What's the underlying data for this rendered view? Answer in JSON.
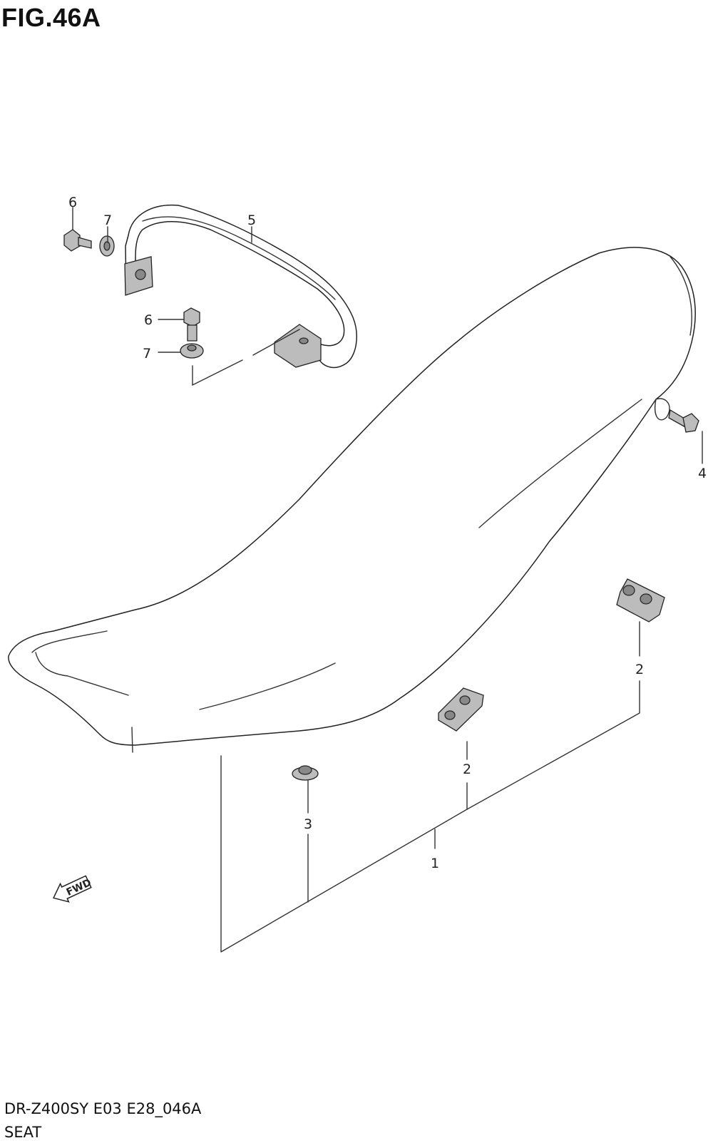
{
  "figure": {
    "title": "FIG.46A",
    "code": "DR-Z400SY E03 E28_046A",
    "name": "SEAT"
  },
  "fwd_label": "FWD",
  "callouts": {
    "seat": "1",
    "cushion_upper": "2",
    "cushion_lower": "2",
    "grommet": "3",
    "seat_bolt": "4",
    "strap": "5",
    "strap_bolt_top": "6",
    "strap_bolt_mid": "6",
    "washer_top": "7",
    "washer_mid": "7"
  }
}
